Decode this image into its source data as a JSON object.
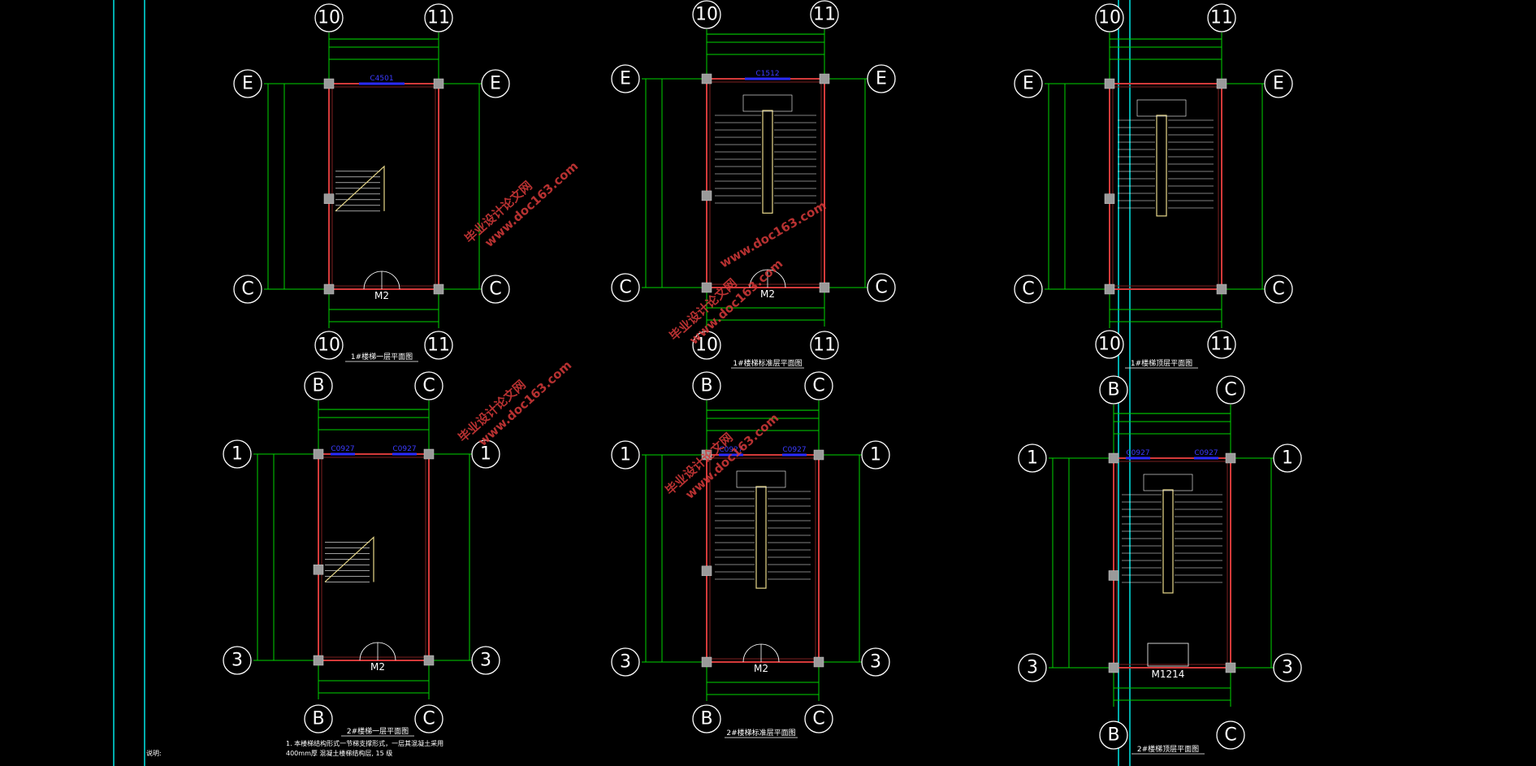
{
  "frame": {
    "border_color": "#00e5e5"
  },
  "plans": [
    {
      "id": "p1",
      "title": "1#楼梯一层平面图",
      "top_axes": [
        "10",
        "11"
      ],
      "side_axes": [
        "E",
        "C"
      ],
      "window": "C4501",
      "door": "M2",
      "type": "ground"
    },
    {
      "id": "p2",
      "title": "1#楼梯标准层平面图",
      "top_axes": [
        "10",
        "11"
      ],
      "side_axes": [
        "E",
        "C"
      ],
      "window": "C1512",
      "door": "M2",
      "type": "standard"
    },
    {
      "id": "p3",
      "title": "1#楼梯顶层平面图",
      "top_axes": [
        "10",
        "11"
      ],
      "side_axes": [
        "E",
        "C"
      ],
      "window": "",
      "door": "",
      "type": "top"
    },
    {
      "id": "p4",
      "title": "2#楼梯一层平面图",
      "top_axes": [
        "B",
        "C"
      ],
      "side_axes": [
        "1",
        "3"
      ],
      "window": "C0927",
      "window2": "C0927",
      "door": "M2",
      "type": "ground"
    },
    {
      "id": "p5",
      "title": "2#楼梯标准层平面图",
      "top_axes": [
        "B",
        "C"
      ],
      "side_axes": [
        "1",
        "3"
      ],
      "window": "C0927",
      "window2": "C0927",
      "door": "M2",
      "type": "standard"
    },
    {
      "id": "p6",
      "title": "2#楼梯顶层平面图",
      "top_axes": [
        "B",
        "C"
      ],
      "side_axes": [
        "1",
        "3"
      ],
      "window": "C0927",
      "window2": "C0927",
      "door": "M1214",
      "type": "top"
    }
  ],
  "watermark": {
    "text1": "毕业设计论文网",
    "text2": "www.doc163.com"
  },
  "notes": {
    "label": "说明:",
    "line1": "1. 本楼梯结构形式一节梯支撑形式，一层其混凝土采用",
    "line2": "400mm厚    混凝土楼梯结构层,        15 级"
  }
}
